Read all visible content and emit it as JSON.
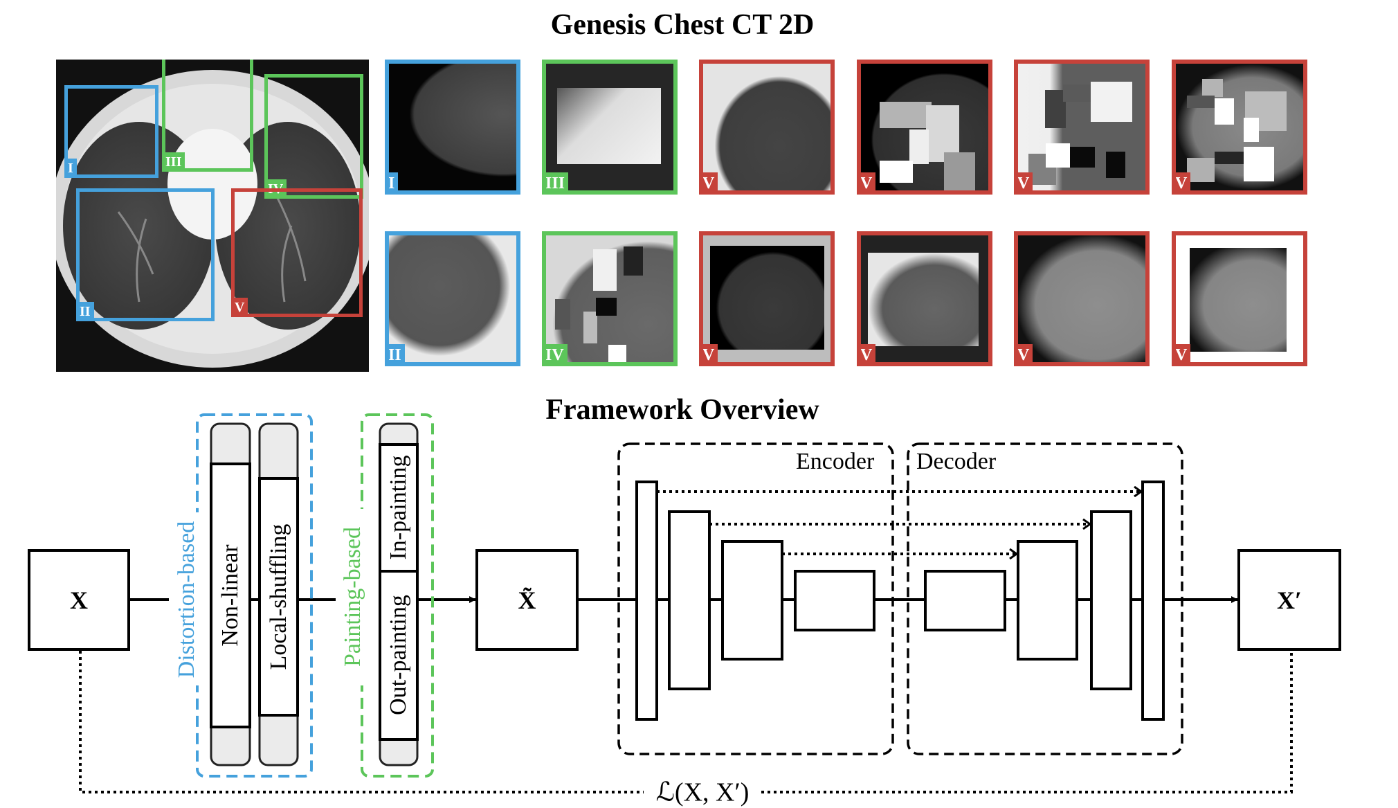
{
  "titles": {
    "top": "Genesis Chest CT 2D",
    "bottom": "Framework Overview"
  },
  "colors": {
    "blue": "#45a1dc",
    "green": "#5cc55a",
    "red": "#c6423a",
    "pill_gray": "#ebebeb"
  },
  "ct_regions": [
    {
      "label": "I",
      "color": "blue"
    },
    {
      "label": "II",
      "color": "blue"
    },
    {
      "label": "III",
      "color": "green"
    },
    {
      "label": "IV",
      "color": "green"
    },
    {
      "label": "V",
      "color": "red"
    }
  ],
  "tiles_row1": [
    {
      "label": "I",
      "color": "blue"
    },
    {
      "label": "III",
      "color": "green"
    },
    {
      "label": "V",
      "color": "red"
    },
    {
      "label": "V",
      "color": "red"
    },
    {
      "label": "V",
      "color": "red"
    },
    {
      "label": "V",
      "color": "red"
    }
  ],
  "tiles_row2": [
    {
      "label": "II",
      "color": "blue"
    },
    {
      "label": "IV",
      "color": "green"
    },
    {
      "label": "V",
      "color": "red"
    },
    {
      "label": "V",
      "color": "red"
    },
    {
      "label": "V",
      "color": "red"
    },
    {
      "label": "V",
      "color": "red"
    }
  ],
  "framework": {
    "input_label": "X",
    "transformed_label": "X̃",
    "output_label": "X′",
    "distortion_group_label": "Distortion-based",
    "painting_group_label": "Painting-based",
    "transforms": {
      "non_linear": "Non-linear",
      "local_shuffling": "Local-shuffling",
      "in_painting": "In-painting",
      "out_painting": "Out-painting"
    },
    "encoder_label": "Encoder",
    "decoder_label": "Decoder",
    "loss_label": "ℒ(X, X′)"
  }
}
